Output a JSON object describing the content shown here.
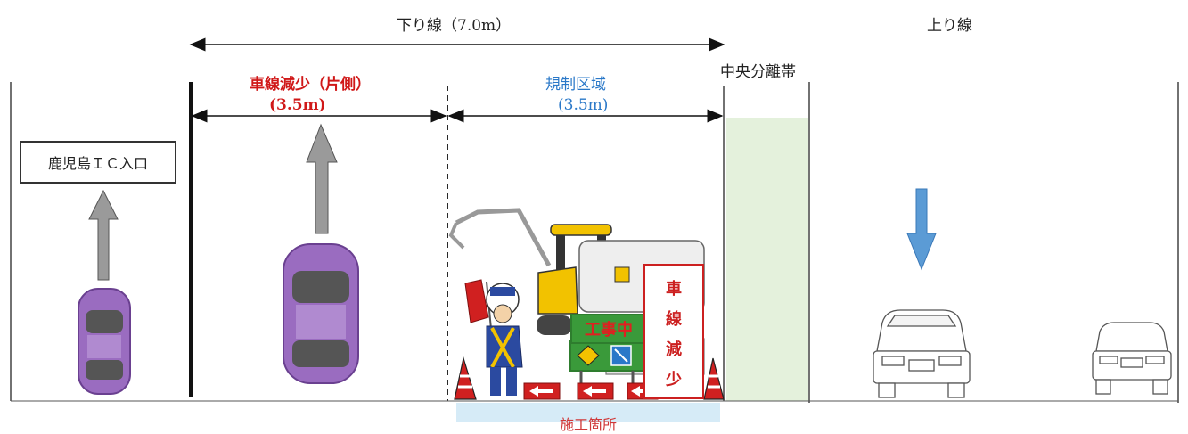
{
  "labels": {
    "down_line": "下り線（7.0m）",
    "up_line": "上り線",
    "median": "中央分離帯",
    "lane_reduction": "車線減少（片側）",
    "lane_reduction_width": "(3.5m)",
    "regulated_zone": "規制区域",
    "regulated_zone_width": "(3.5m)",
    "ic_entrance": "鹿児島ＩＣ入口",
    "work_site": "施工箇所",
    "construction_sign": "工事中",
    "lane_sign_chars": [
      "車",
      "線",
      "減",
      "少"
    ]
  },
  "colors": {
    "red_label": "#d01818",
    "blue_label": "#2a78c8",
    "car": "#9a6cc0",
    "up_arrow": "#5b9bd5",
    "down_arrow": "#9a9a9a",
    "median": "#e4f1dc"
  }
}
